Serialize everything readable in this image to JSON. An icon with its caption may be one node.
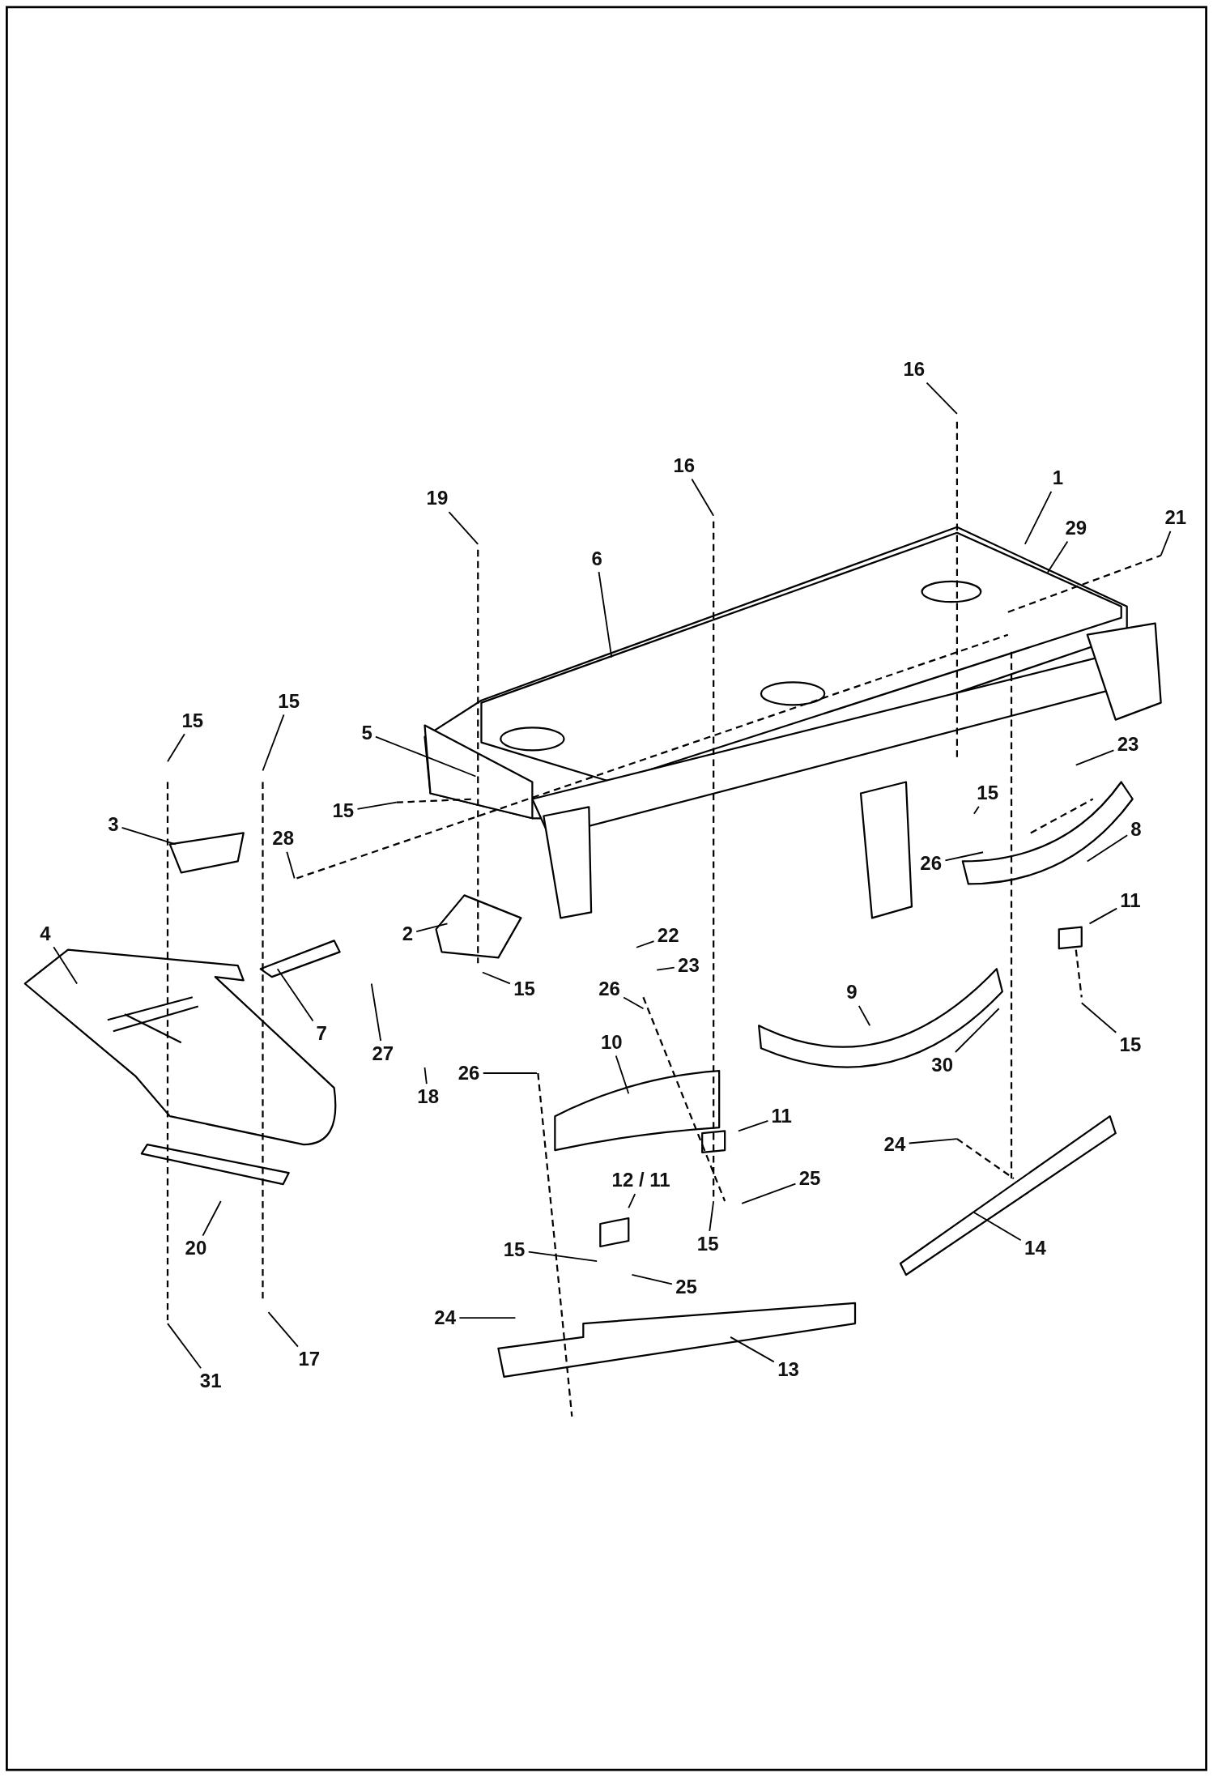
{
  "diagram": {
    "nodes": [
      {
        "text": [
          "16"
        ]
      },
      {
        "text": [
          "16"
        ]
      },
      {
        "text": [
          "19"
        ]
      },
      {
        "text": [
          "1"
        ]
      },
      {
        "text": [
          "29"
        ]
      },
      {
        "text": [
          "21"
        ]
      },
      {
        "text": [
          "6"
        ]
      },
      {
        "text": [
          "5"
        ]
      },
      {
        "text": [
          "15"
        ]
      },
      {
        "text": [
          "15"
        ]
      },
      {
        "text": [
          "15"
        ]
      },
      {
        "text": [
          "23"
        ]
      },
      {
        "text": [
          "15"
        ]
      },
      {
        "text": [
          "8"
        ]
      },
      {
        "text": [
          "3"
        ]
      },
      {
        "text": [
          "28"
        ]
      },
      {
        "text": [
          "26"
        ]
      },
      {
        "text": [
          "11"
        ]
      },
      {
        "text": [
          "22"
        ]
      },
      {
        "text": [
          "23"
        ]
      },
      {
        "text": [
          "2"
        ]
      },
      {
        "text": [
          "4"
        ]
      },
      {
        "text": [
          "7"
        ]
      },
      {
        "text": [
          "15"
        ]
      },
      {
        "text": [
          "26"
        ]
      },
      {
        "text": [
          "9"
        ]
      },
      {
        "text": [
          "27"
        ]
      },
      {
        "text": [
          "18"
        ]
      },
      {
        "text": [
          "30"
        ]
      },
      {
        "text": [
          "15"
        ]
      },
      {
        "text": [
          "26"
        ]
      },
      {
        "text": [
          "10"
        ]
      },
      {
        "text": [
          "11"
        ]
      },
      {
        "text": [
          "24"
        ]
      },
      {
        "text": [
          "25"
        ]
      },
      {
        "text": [
          "12 / 11"
        ]
      },
      {
        "text": [
          "15"
        ]
      },
      {
        "text": [
          "15"
        ]
      },
      {
        "text": [
          "25"
        ]
      },
      {
        "text": [
          "20"
        ]
      },
      {
        "text": [
          "14"
        ]
      },
      {
        "text": [
          "24"
        ]
      },
      {
        "text": [
          "13"
        ]
      },
      {
        "text": [
          "31"
        ]
      },
      {
        "text": [
          "17"
        ]
      }
    ],
    "edges": [
      {
        "from": 0,
        "to": null,
        "arrow": "none"
      },
      {
        "from": 1,
        "to": null,
        "arrow": "none"
      },
      {
        "from": 2,
        "to": null,
        "arrow": "none"
      },
      {
        "from": 3,
        "to": null,
        "arrow": "none"
      },
      {
        "from": 4,
        "to": null,
        "arrow": "none"
      },
      {
        "from": 5,
        "to": null,
        "arrow": "none"
      },
      {
        "from": 6,
        "to": null,
        "arrow": "none"
      },
      {
        "from": 7,
        "to": null,
        "arrow": "none"
      },
      {
        "from": 8,
        "to": null,
        "arrow": "none"
      },
      {
        "from": 9,
        "to": null,
        "arrow": "none"
      },
      {
        "from": 10,
        "to": null,
        "arrow": "none"
      },
      {
        "from": 11,
        "to": null,
        "arrow": "none"
      },
      {
        "from": 12,
        "to": null,
        "arrow": "none"
      },
      {
        "from": 13,
        "to": null,
        "arrow": "none"
      },
      {
        "from": 14,
        "to": null,
        "arrow": "none"
      },
      {
        "from": 15,
        "to": null,
        "arrow": "none"
      },
      {
        "from": 16,
        "to": null,
        "arrow": "none"
      },
      {
        "from": 17,
        "to": null,
        "arrow": "none"
      },
      {
        "from": 18,
        "to": null,
        "arrow": "none"
      },
      {
        "from": 19,
        "to": null,
        "arrow": "none"
      },
      {
        "from": 20,
        "to": null,
        "arrow": "none"
      },
      {
        "from": 21,
        "to": null,
        "arrow": "none"
      },
      {
        "from": 22,
        "to": null,
        "arrow": "none"
      },
      {
        "from": 23,
        "to": null,
        "arrow": "none"
      },
      {
        "from": 24,
        "to": null,
        "arrow": "none"
      },
      {
        "from": 25,
        "to": null,
        "arrow": "none"
      },
      {
        "from": 26,
        "to": null,
        "arrow": "none"
      },
      {
        "from": 27,
        "to": null,
        "arrow": "none"
      },
      {
        "from": 28,
        "to": null,
        "arrow": "none"
      },
      {
        "from": 29,
        "to": null,
        "arrow": "none"
      },
      {
        "from": 30,
        "to": null,
        "arrow": "none"
      },
      {
        "from": 31,
        "to": null,
        "arrow": "none"
      },
      {
        "from": 32,
        "to": null,
        "arrow": "none"
      },
      {
        "from": 33,
        "to": null,
        "arrow": "none"
      },
      {
        "from": 34,
        "to": null,
        "arrow": "none"
      },
      {
        "from": 35,
        "to": null,
        "arrow": "none"
      },
      {
        "from": 36,
        "to": null,
        "arrow": "none"
      },
      {
        "from": 37,
        "to": null,
        "arrow": "none"
      },
      {
        "from": 38,
        "to": null,
        "arrow": "none"
      },
      {
        "from": 39,
        "to": null,
        "arrow": "none"
      },
      {
        "from": 40,
        "to": null,
        "arrow": "none"
      },
      {
        "from": 41,
        "to": null,
        "arrow": "none"
      },
      {
        "from": 42,
        "to": null,
        "arrow": "none"
      },
      {
        "from": 43,
        "to": null,
        "arrow": "none"
      },
      {
        "from": 44,
        "to": null,
        "arrow": "none"
      }
    ]
  }
}
